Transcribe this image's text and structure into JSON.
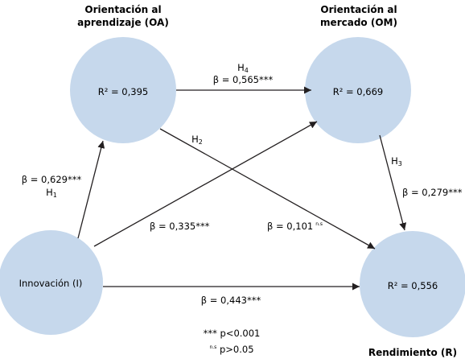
{
  "nodes": {
    "oa": {
      "title_line1": "Orientación al",
      "title_line2": "aprendizaje (OA)",
      "r2": "R² = 0,395"
    },
    "om": {
      "title_line1": "Orientación al",
      "title_line2": "mercado (OM)",
      "r2": "R² = 0,669"
    },
    "innovacion": {
      "label": "Innovación (I)"
    },
    "rendimiento": {
      "title": "Rendimiento (R)",
      "r2": "R² = 0,556"
    }
  },
  "paths": {
    "h1": {
      "hyp": "H",
      "hyp_sub": "1",
      "beta": "β = 0,629***"
    },
    "h2": {
      "hyp": "H",
      "hyp_sub": "2",
      "beta": "β = 0,101",
      "sig": "n.s"
    },
    "h3": {
      "hyp": "H",
      "hyp_sub": "3",
      "beta": "β = 0,279***"
    },
    "h4": {
      "hyp": "H",
      "hyp_sub": "4",
      "beta": "β = 0,565***"
    },
    "i_om": {
      "beta": "β = 0,335***"
    },
    "i_r": {
      "beta": "β = 0,443***"
    }
  },
  "legend": {
    "sig_text": "*** p<0.001",
    "ns_mark": "n.s",
    "ns_text": " p>0.05"
  },
  "colors": {
    "node_fill": "#c6d8ec",
    "arrow": "#231f20"
  }
}
